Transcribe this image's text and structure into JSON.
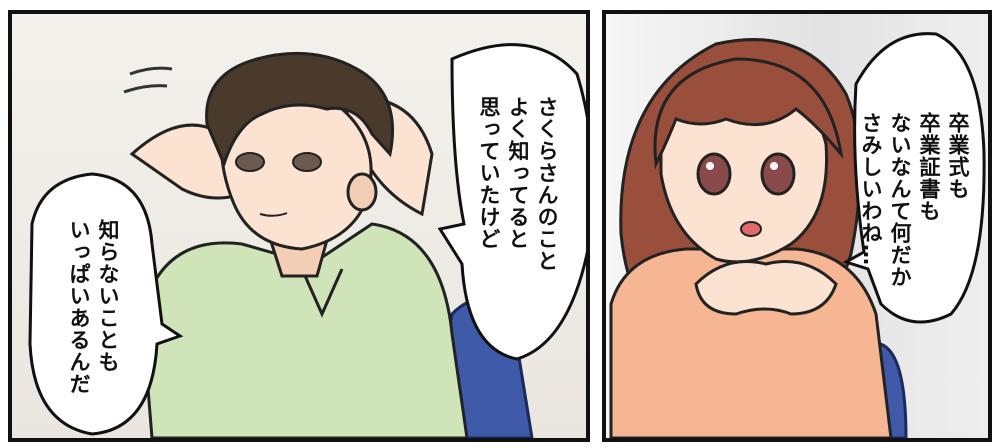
{
  "panels": [
    {
      "id": "left",
      "bubbles": [
        {
          "lines": [
            "さくらさんのこと",
            "よく知ってると",
            "思っていたけど"
          ]
        },
        {
          "lines": [
            "知らないことも",
            "いっぱいあるんだ"
          ]
        }
      ]
    },
    {
      "id": "right",
      "bubbles": [
        {
          "lines": [
            "卒業式も",
            "卒業証書も",
            "ないなんて何だか",
            "さみしいわね…"
          ]
        }
      ]
    }
  ],
  "colors": {
    "border": "#111111",
    "hair_boy": "#4a3a2c",
    "shirt_boy": "#cfe4b8",
    "hair_girl": "#9a4e3c",
    "top_girl": "#f6b693",
    "skin": "#fbe2d1",
    "chair": "#3e5aa8"
  }
}
